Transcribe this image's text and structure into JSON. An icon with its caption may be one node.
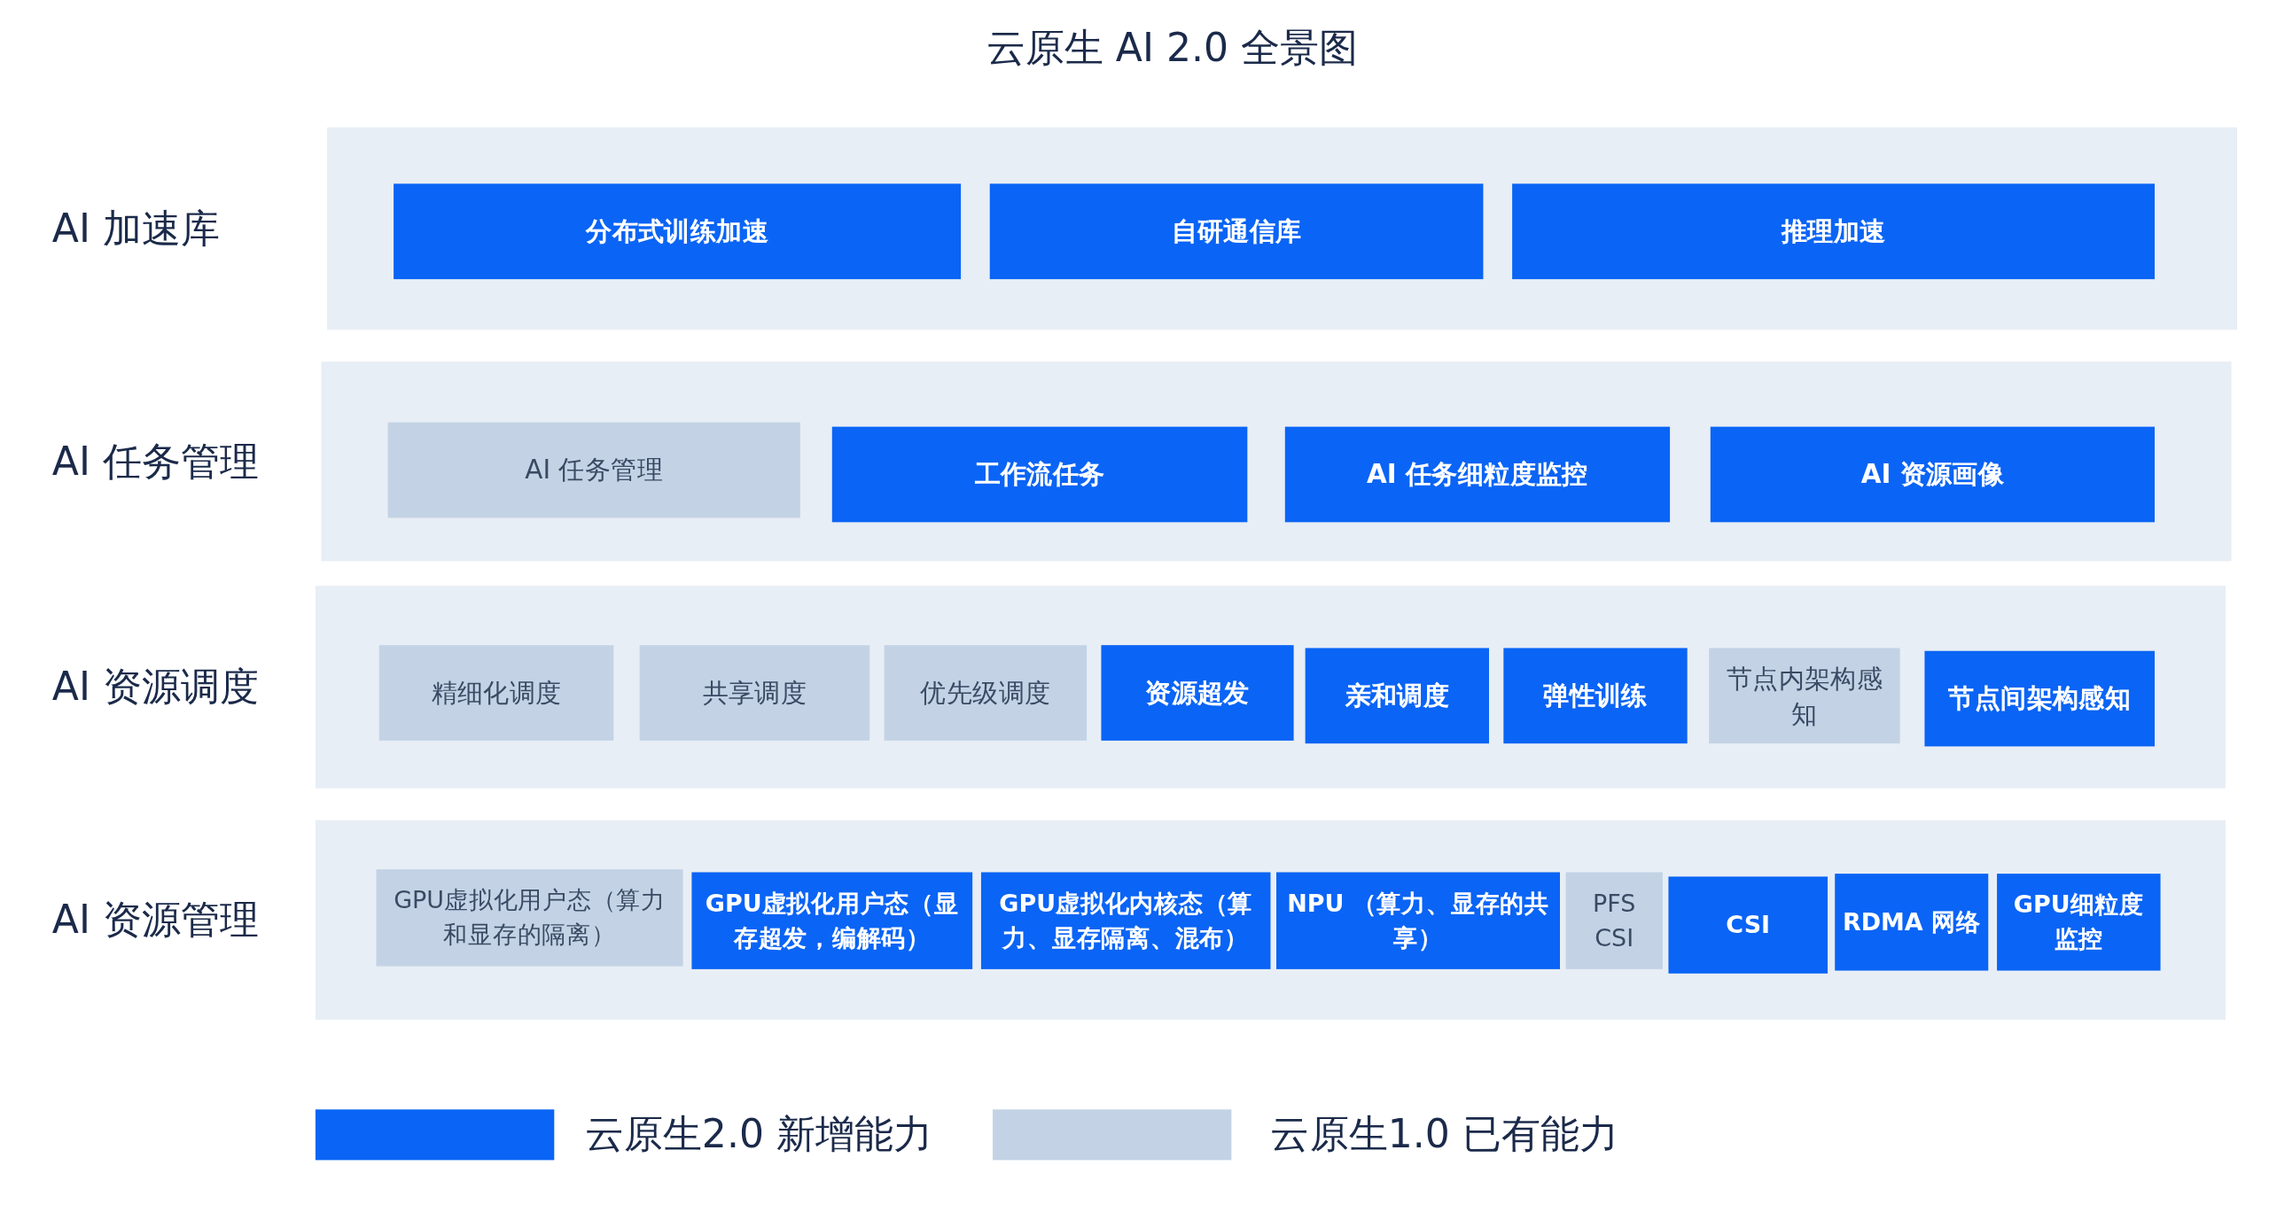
{
  "diagram": {
    "title": "云原生 AI 2.0 全景图",
    "nodes": [
      {
        "text": [
          "AI 加速库"
        ]
      },
      {
        "text": [
          "分布式训练加速"
        ],
        "in": 0
      },
      {
        "text": [
          "自研通信库"
        ],
        "in": 0
      },
      {
        "text": [
          "推理加速"
        ],
        "in": 0
      },
      {
        "text": [
          "AI 任务管理"
        ]
      },
      {
        "text": [
          "AI 任务管理"
        ],
        "in": 4
      },
      {
        "text": [
          "工作流任务"
        ],
        "in": 4
      },
      {
        "text": [
          "AI 任务细粒度监控"
        ],
        "in": 4
      },
      {
        "text": [
          "AI 资源画像"
        ],
        "in": 4
      },
      {
        "text": [
          "AI 资源调度"
        ]
      },
      {
        "text": [
          "精细化调度"
        ],
        "in": 9
      },
      {
        "text": [
          "共享调度"
        ],
        "in": 9
      },
      {
        "text": [
          "优先级调度"
        ],
        "in": 9
      },
      {
        "text": [
          "资源超发"
        ],
        "in": 9
      },
      {
        "text": [
          "亲和调度"
        ],
        "in": 9
      },
      {
        "text": [
          "弹性训练"
        ],
        "in": 9
      },
      {
        "text": [
          "节点内架构感知"
        ],
        "in": 9
      },
      {
        "text": [
          "节点间架构感知"
        ],
        "in": 9
      },
      {
        "text": [
          "AI 资源管理"
        ]
      },
      {
        "text": [
          "GPU虚拟化用户态（算力和显存的隔离）"
        ],
        "in": 18
      },
      {
        "text": [
          "GPU虚拟化用户态（显存超发，编解码）"
        ],
        "in": 18
      },
      {
        "text": [
          "GPU虚拟化内核态（算力、显存隔离、混布）"
        ],
        "in": 18
      },
      {
        "text": [
          "NPU （算力、显存的共享）"
        ],
        "in": 18
      },
      {
        "text": [
          "PFS CSI"
        ],
        "in": 18
      },
      {
        "text": [
          "CSI"
        ],
        "in": 18
      },
      {
        "text": [
          "RDMA 网络"
        ],
        "in": 18
      },
      {
        "text": [
          "GPU细粒度监控"
        ],
        "in": 18
      }
    ],
    "edges": [],
    "legend": [
      {
        "text": "云原生2.0 新增能力",
        "color": "#0a64f5"
      },
      {
        "text": "云原生1.0 已有能力",
        "color": "#c3d3e5"
      }
    ]
  }
}
